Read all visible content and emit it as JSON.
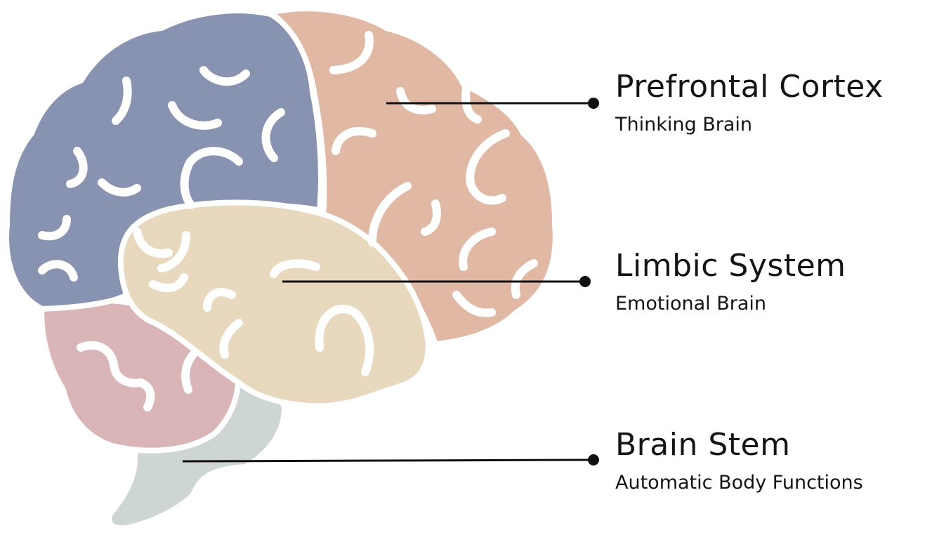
{
  "colors": {
    "frontal_lobe": "#e0b8a3",
    "parietal_lobe": "#8793b0",
    "limbic_region": "#e8d8be",
    "cerebellum": "#d9b5b7",
    "brain_stem": "#ced6d3",
    "outline": "#ffffff",
    "leader_line": "#111111"
  },
  "labels": [
    {
      "title": "Prefrontal Cortex",
      "subtitle": "Thinking Brain"
    },
    {
      "title": "Limbic System",
      "subtitle": "Emotional Brain"
    },
    {
      "title": "Brain Stem",
      "subtitle": "Automatic Body Functions"
    }
  ]
}
